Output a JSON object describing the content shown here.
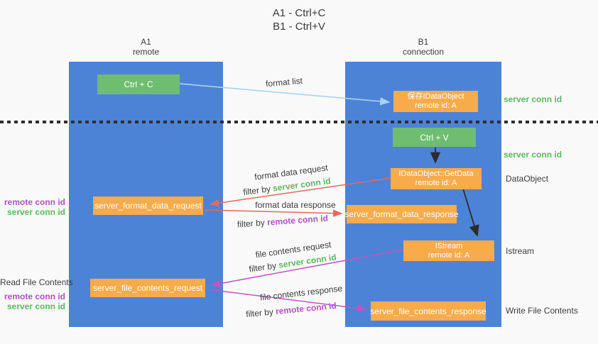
{
  "title": {
    "line1": "A1 - Ctrl+C",
    "line2": "B1 - Ctrl+V"
  },
  "columns": {
    "left": {
      "name": "A1",
      "role": "remote"
    },
    "right": {
      "name": "B1",
      "role": "connection"
    }
  },
  "boxes": {
    "ctrl_c": {
      "label": "Ctrl + C"
    },
    "save_dataobject": {
      "line1": "保存IDataObject",
      "line2": "remote id: A"
    },
    "ctrl_v": {
      "label": "Ctrl + V"
    },
    "getdata": {
      "line1": "IDataObject::GetData",
      "line2": "remote id: A"
    },
    "format_request": {
      "label": "server_format_data_request"
    },
    "format_response": {
      "label": "server_format_data_response"
    },
    "istream": {
      "line1": "IStream",
      "line2": "remote id: A"
    },
    "file_request": {
      "label": "server_file_contents_request"
    },
    "file_response": {
      "label": "server_file_contents_response"
    }
  },
  "arrow_labels": {
    "format_list": "format list",
    "format_data_request": "format data request",
    "format_data_response": "format data response",
    "file_contents_request": "file contents request",
    "file_contents_response": "file contents response",
    "filter_by": "filter by ",
    "server_conn_id": "server conn id",
    "remote_conn_id": "remote conn id"
  },
  "side_labels": {
    "server_conn_id_top": "server conn id",
    "server_conn_id_mid": "server conn id",
    "dataobject": "DataObject",
    "istream": "Istream",
    "write_file_contents": "Write File Contents",
    "read_file_contents": "Read File Contents",
    "remote_conn_id_left_top": "remote conn id",
    "server_conn_id_left_top": "server conn id",
    "remote_conn_id_left_bottom": "remote conn id",
    "server_conn_id_left_bottom": "server conn id"
  },
  "colors": {
    "column_blue": "#4d83d6",
    "box_orange": "#f8ab4a",
    "box_green": "#6fbd70",
    "green_text": "#5cb85c",
    "purple_text": "#b14fc9",
    "red_arrow": "#e8685e",
    "magenta_arrow": "#c254c2",
    "lightblue_arrow": "#a9d3ee",
    "black_arrow": "#2b2b2b",
    "background": "#f9f9f9"
  }
}
